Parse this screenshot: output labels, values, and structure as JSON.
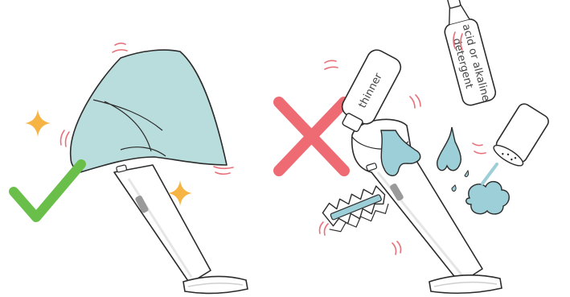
{
  "labels": {
    "thinner": "thinner",
    "acid_line1": "acid or alkaline",
    "acid_line2": "detergent"
  },
  "colors": {
    "outline": "#2b2b2b",
    "cloth": "#b9dcdc",
    "water": "#9ccfd8",
    "check": "#6abf4b",
    "cross": "#ee6b73",
    "sparkle": "#f6b445",
    "motion": "#e8707a",
    "sensor": "#9a9a9a"
  },
  "icons": {
    "correct": "check-mark-icon",
    "wrong": "cross-mark-icon",
    "sparkle": "sparkle-icon",
    "scourer": "scouring-pad-icon"
  }
}
